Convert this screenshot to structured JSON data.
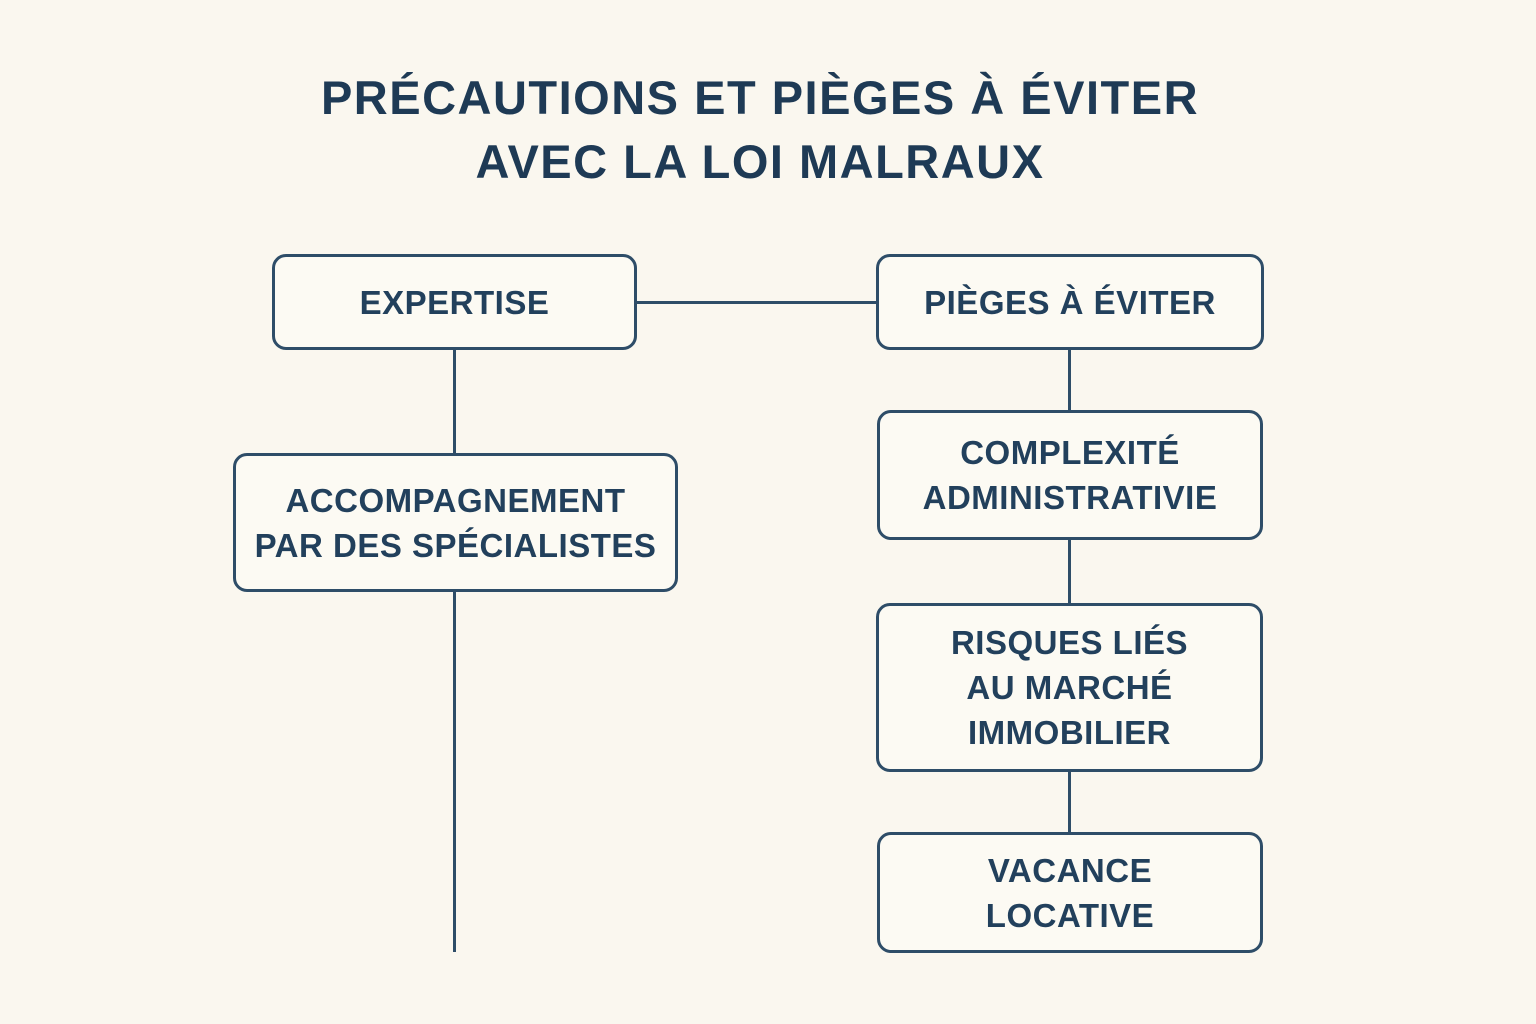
{
  "page": {
    "title_line1": "PRÉCAUTIONS ET PIÈGES À ÉVITER",
    "title_line2": "AVEC LA LOI MALRAUX"
  },
  "colors": {
    "background": "#faf7ef",
    "box_background": "#fcfaf3",
    "border": "#2e4d68",
    "text": "#22405c",
    "title_text": "#1e3a55"
  },
  "nodes": {
    "expertise": {
      "label": "EXPERTISE"
    },
    "pieges_a_eviter": {
      "label": "PIÈGES À ÉVITER"
    },
    "accompagnement": {
      "label": "ACCOMPAGNEMENT\nPAR DES SPÉCIALISTES"
    },
    "complexite_administrative": {
      "label": "COMPLEXITÉ\nADMINISTRATIVIE"
    },
    "risques_marche_immobilier": {
      "label": "RISQUES LIÉS\nAU MARCHÉ\nIMMOBILIER"
    },
    "vacance_locative": {
      "label": "VACANCE\nLOCATIVE"
    }
  }
}
